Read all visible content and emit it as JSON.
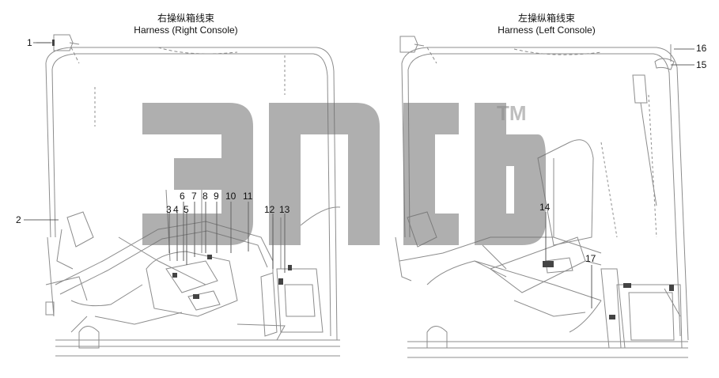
{
  "left_panel": {
    "title_cn": "右操纵箱线束",
    "title_en": "Harness (Right Console)"
  },
  "right_panel": {
    "title_cn": "左操纵箱线束",
    "title_en": "Harness (Left Console)"
  },
  "callouts": {
    "c1": "1",
    "c2": "2",
    "c3": "3",
    "c4": "4",
    "c5": "5",
    "c6": "6",
    "c7": "7",
    "c8": "8",
    "c9": "9",
    "c10": "10",
    "c11": "11",
    "c12": "12",
    "c13": "13",
    "c14": "14",
    "c15": "15",
    "c16": "16",
    "c17": "17"
  },
  "watermark": {
    "trademark": "TM"
  },
  "colors": {
    "line": "#8c8c8c",
    "dash": "#9a9a9a",
    "watermark_fill": "#6e6e6e",
    "text": "#111111"
  }
}
